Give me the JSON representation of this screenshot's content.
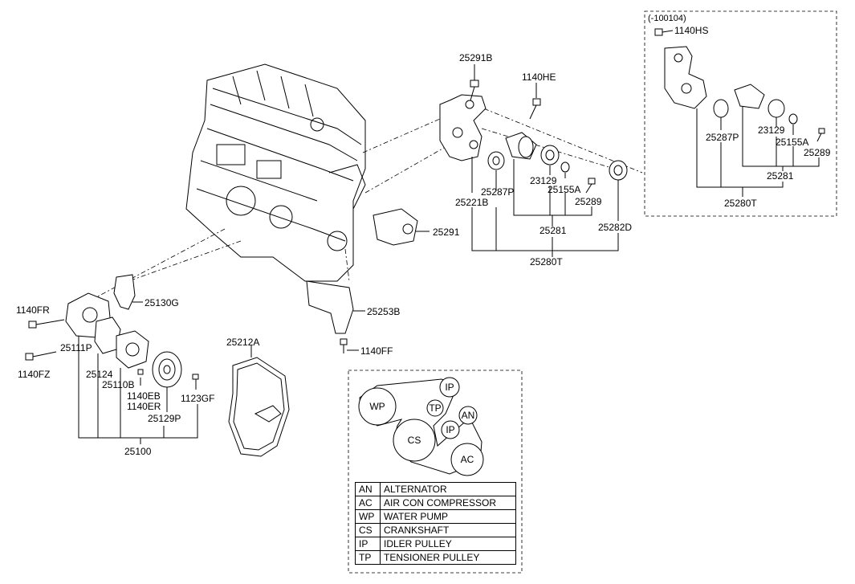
{
  "labels": {
    "p25291B": "25291B",
    "p1140HE": "1140HE",
    "p25221B": "25221B",
    "p25287P_a": "25287P",
    "p23129_a": "23129",
    "p25155A_a": "25155A",
    "p25289_a": "25289",
    "p25281_a": "25281",
    "p25282D": "25282D",
    "p25280T_a": "25280T",
    "p25291": "25291",
    "p25253B": "25253B",
    "p1140FF": "1140FF",
    "p25130G": "25130G",
    "p1140FR": "1140FR",
    "p1140FZ": "1140FZ",
    "p25111P": "25111P",
    "p25124": "25124",
    "p25110B": "25110B",
    "p1140EB": "1140EB",
    "p1140ER": "1140ER",
    "p1123GF": "1123GF",
    "p25129P": "25129P",
    "p25100": "25100",
    "p25212A": "25212A",
    "variant": "(-100104)",
    "p1140HS": "1140HS",
    "p25287P_b": "25287P",
    "p23129_b": "23129",
    "p25155A_b": "25155A",
    "p25289_b": "25289",
    "p25281_b": "25281",
    "p25280T_b": "25280T"
  },
  "belt_diagram": {
    "pulleys": [
      "WP",
      "IP",
      "TP",
      "AN",
      "CS",
      "IP",
      "AC"
    ]
  },
  "legend": [
    {
      "code": "AN",
      "desc": "ALTERNATOR"
    },
    {
      "code": "AC",
      "desc": "AIR CON COMPRESSOR"
    },
    {
      "code": "WP",
      "desc": "WATER PUMP"
    },
    {
      "code": "CS",
      "desc": "CRANKSHAFT"
    },
    {
      "code": "IP",
      "desc": "IDLER PULLEY"
    },
    {
      "code": "TP",
      "desc": "TENSIONER PULLEY"
    }
  ]
}
